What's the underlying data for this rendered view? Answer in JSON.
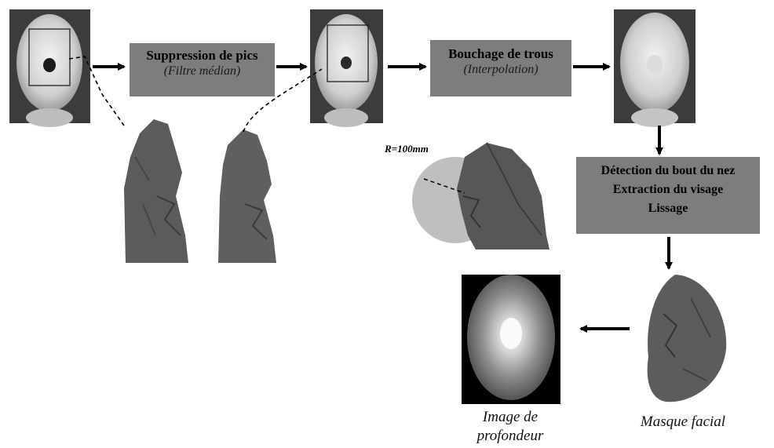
{
  "steps": {
    "spike_removal": {
      "title": "Suppression de pics",
      "subtitle": "(Filtre médian)"
    },
    "hole_filling": {
      "title": "Bouchage de trous",
      "subtitle": "(Interpolation)"
    },
    "nose_tip": {
      "line1": "Détection du bout du nez",
      "line2": "Extraction du visage",
      "line3": "Lissage"
    }
  },
  "annotations": {
    "radius": "R=100mm"
  },
  "captions": {
    "facial_mask": "Masque facial",
    "depth_image_line1": "Image de",
    "depth_image_line2": "profondeur"
  }
}
